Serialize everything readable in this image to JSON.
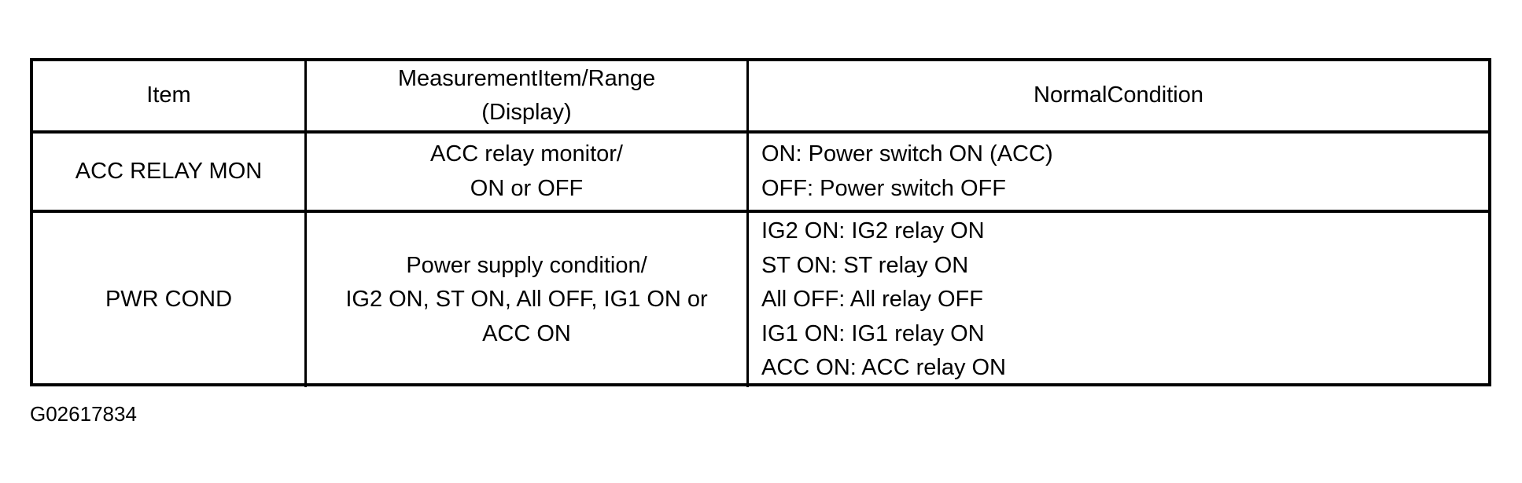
{
  "document": {
    "figure_id": "G02617834",
    "table": {
      "headers": {
        "item": "Item",
        "measurement_range": [
          "MeasurementItem/Range",
          "(Display)"
        ],
        "normal_condition": "NormalCondition"
      },
      "rows": [
        {
          "item": "ACC RELAY MON",
          "measurement": [
            "ACC relay monitor/",
            "ON or OFF"
          ],
          "normal": [
            "ON: Power switch ON (ACC)",
            "OFF: Power switch OFF"
          ]
        },
        {
          "item": "PWR COND",
          "measurement": [
            "Power supply condition/",
            "IG2 ON, ST ON, All OFF, IG1 ON or",
            "ACC ON"
          ],
          "normal": [
            "IG2 ON: IG2 relay ON",
            "ST ON: ST relay ON",
            "All OFF: All relay OFF",
            "IG1 ON: IG1 relay ON",
            "ACC ON: ACC relay ON"
          ]
        }
      ]
    },
    "colors": {
      "border": "#000000",
      "background": "#ffffff",
      "text": "#000000"
    }
  }
}
